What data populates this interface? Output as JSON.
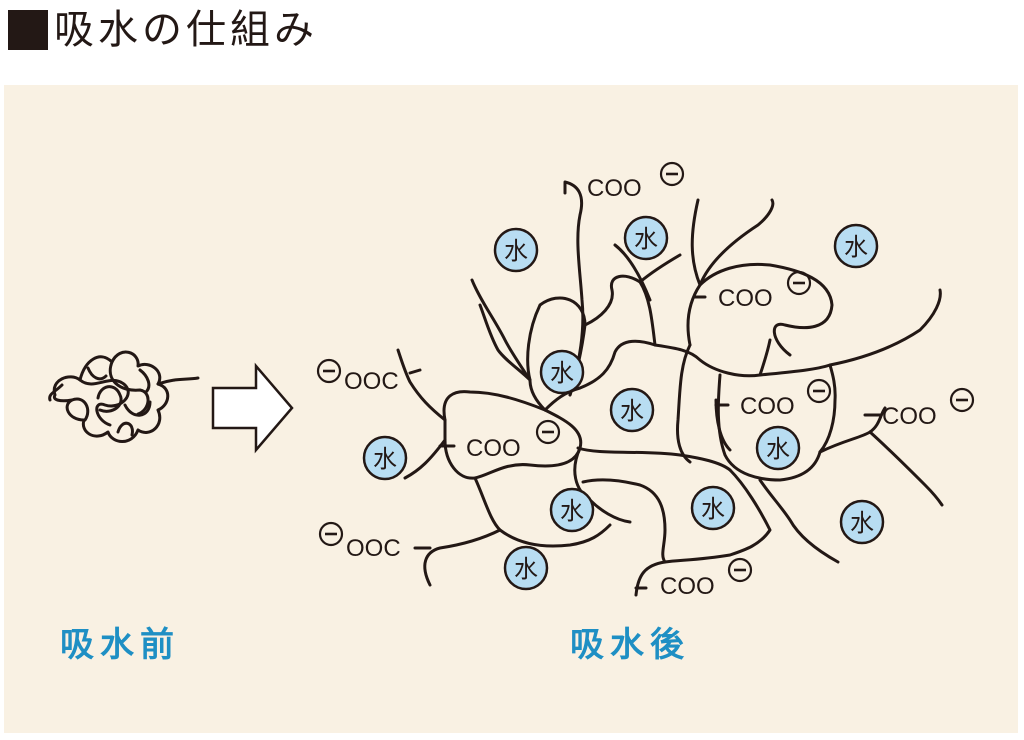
{
  "title": "吸水の仕組み",
  "labels": {
    "before": "吸水前",
    "after": "吸水後",
    "coo": "COO",
    "ooc": "OOC",
    "water": "水",
    "minus": "−"
  },
  "colors": {
    "panel_bg": "#f9f1e3",
    "line": "#231815",
    "water_fill": "#b8ddf2",
    "caption": "#1e8fc4"
  },
  "icons": {
    "arrow": "right-arrow-outline",
    "negative_charge": "circled-minus"
  }
}
